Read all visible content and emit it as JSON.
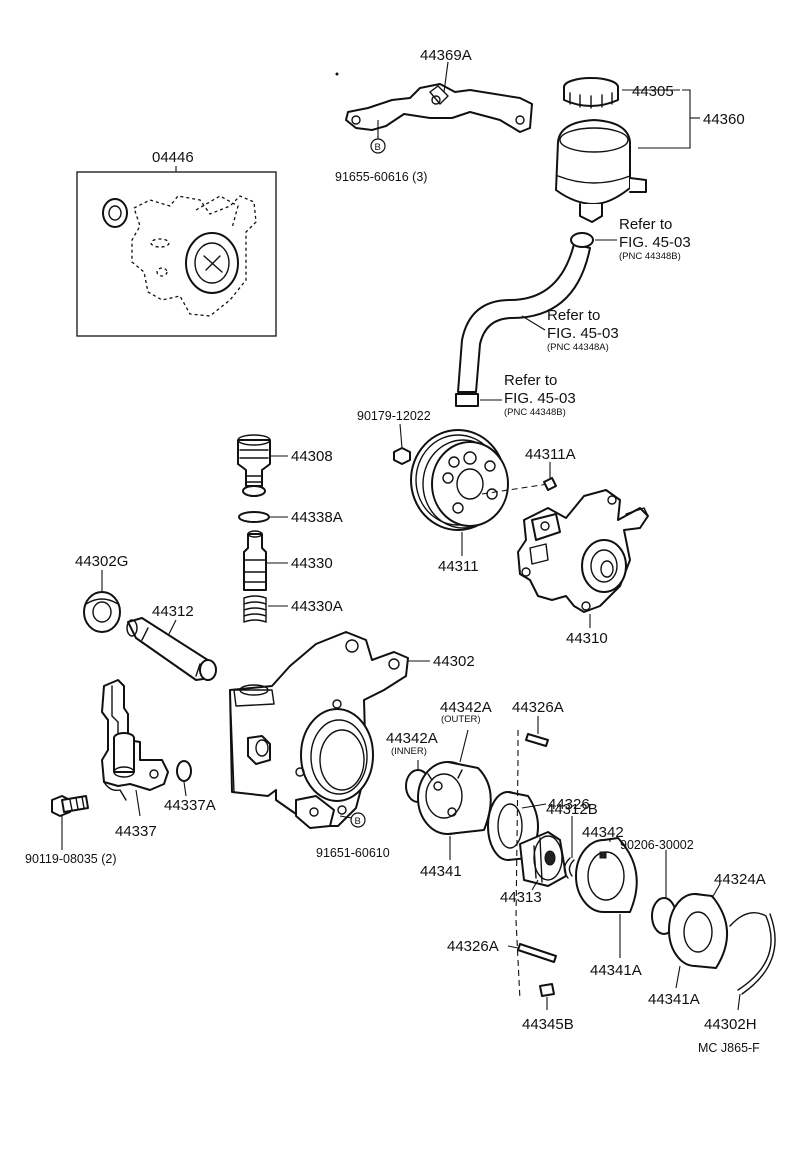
{
  "diagram": {
    "drawing_code": "MC J865-F",
    "labels": {
      "p44369A": "44369A",
      "p91655": "91655-60616 (3)",
      "p44305": "44305",
      "p44360": "44360",
      "p04446": "04446",
      "p90179": "90179-12022",
      "p44308": "44308",
      "p44338A": "44338A",
      "p44330": "44330",
      "p44330A": "44330A",
      "p44311A": "44311A",
      "p44311": "44311",
      "p44310": "44310",
      "p44302G": "44302G",
      "p44312": "44312",
      "p44302": "44302",
      "p44342A_outer": "44342A",
      "outer_note": "(OUTER)",
      "p44342A_inner": "44342A",
      "inner_note": "(INNER)",
      "p44326A_top": "44326A",
      "p44326": "44326",
      "p44312B": "44312B",
      "p44342": "44342",
      "p90206": "90206-30002",
      "p44324A": "44324A",
      "p44337A": "44337A",
      "p44337": "44337",
      "p90119": "90119-08035 (2)",
      "p91651": "91651-60610",
      "p44341": "44341",
      "p44313": "44313",
      "p44326A_bottom": "44326A",
      "p44341A_1": "44341A",
      "p44341A_2": "44341A",
      "p44302H": "44302H",
      "p44345B": "44345B",
      "bolt_marker_1": "B",
      "bolt_marker_2": "B"
    },
    "references": [
      {
        "refer": "Refer to",
        "fig": "FIG. 45-03",
        "pnc": "(PNC 44348B)"
      },
      {
        "refer": "Refer to",
        "fig": "FIG. 45-03",
        "pnc": "(PNC 44348A)"
      },
      {
        "refer": "Refer to",
        "fig": "FIG. 45-03",
        "pnc": "(PNC 44348B)"
      }
    ]
  }
}
